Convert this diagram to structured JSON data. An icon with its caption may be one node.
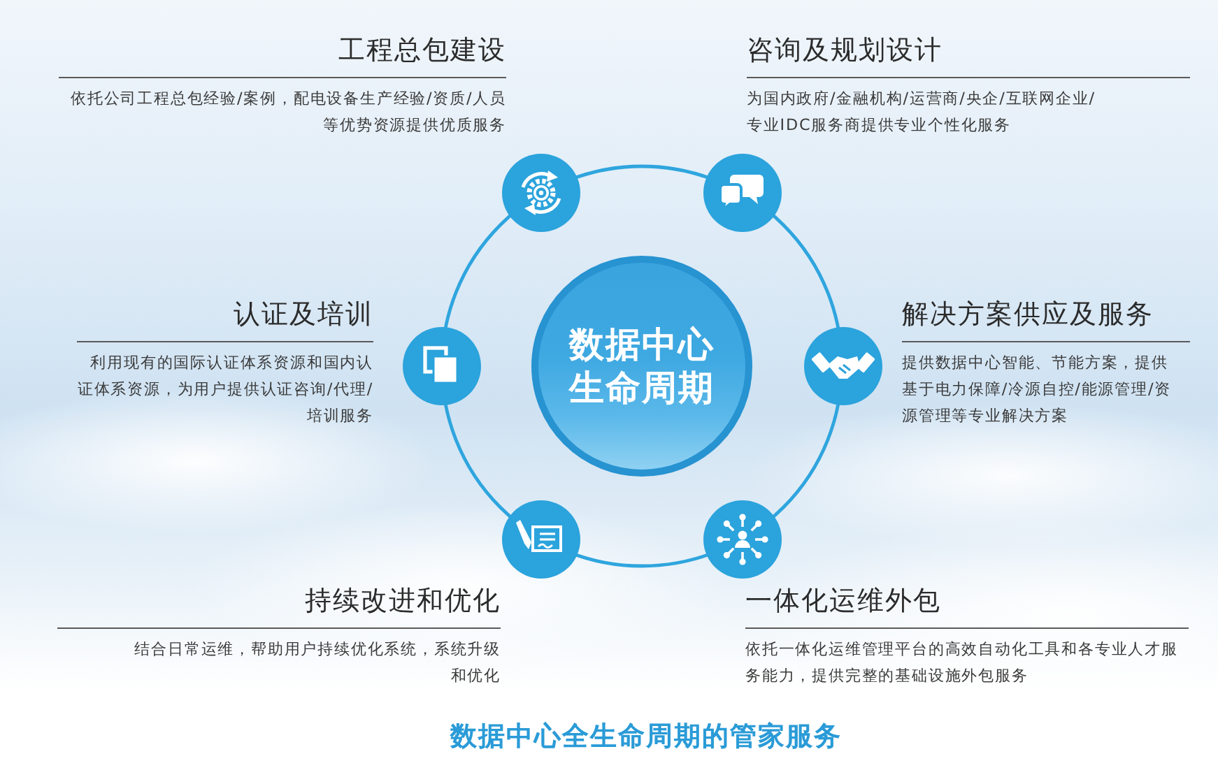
{
  "diagram": {
    "nodes": [
      {
        "text": [
          "工程总包建设",
          "依托公司工程总包经验/案例，配电设备生产经验/资质/人员等优势资源提供优质服务"
        ]
      },
      {
        "text": [
          "咨询及规划设计",
          "为国内政府/金融机构/运营商/央企/互联网企业/专业IDC服务商提供专业个性化服务"
        ]
      },
      {
        "text": [
          "认证及培训",
          "利用现有的国际认证体系资源和国内认证体系资源，为用户提供认证咨询/代理/培训服务"
        ]
      },
      {
        "text": [
          "数据中心生命周期"
        ]
      },
      {
        "text": [
          "解决方案供应及服务",
          "提供数据中心智能、节能方案，提供基于电力保障/冷源自控/能源管理/资源管理等专业解决方案"
        ]
      },
      {
        "text": [
          "持续改进和优化",
          "结合日常运维，帮助用户持续优化系统，系统升级和优化"
        ]
      },
      {
        "text": [
          "一体化运维外包",
          "依托一体化运维管理平台的高效自动化工具和各专业人才服务能力，提供完整的基础设施外包服务"
        ]
      }
    ],
    "caption": "数据中心全生命周期的管家服务"
  }
}
